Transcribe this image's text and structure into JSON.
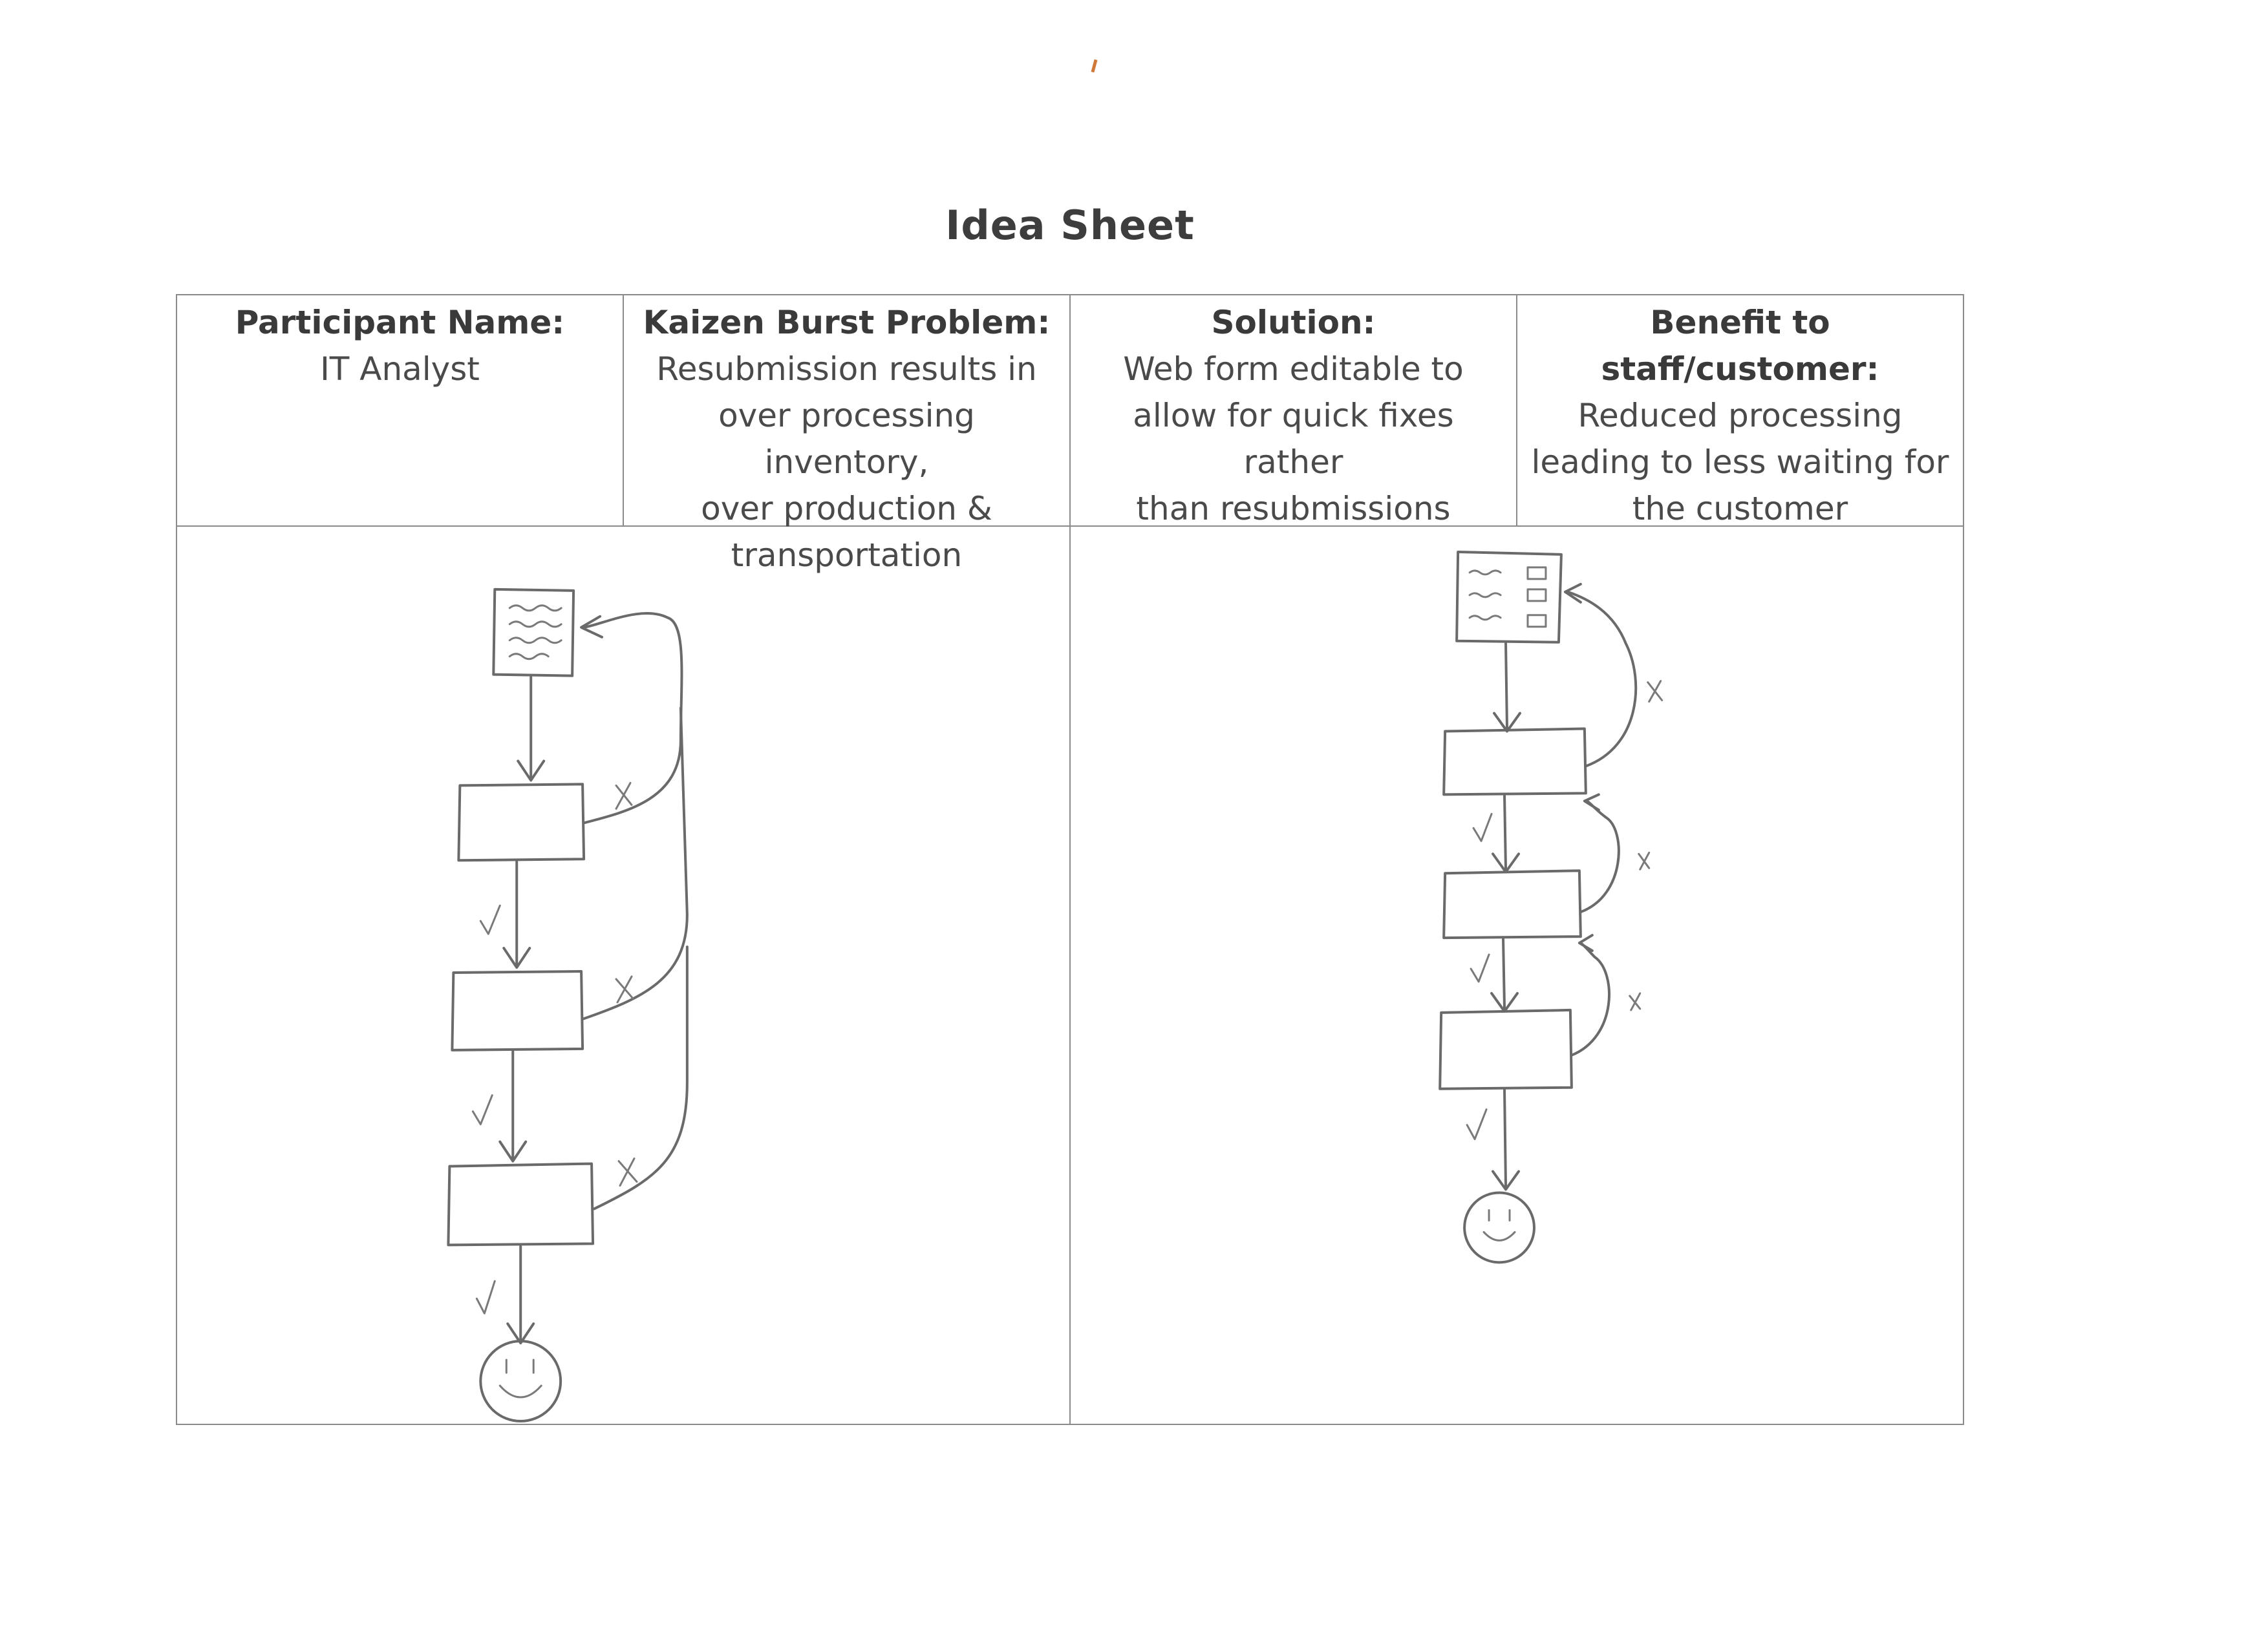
{
  "title": "Idea Sheet",
  "header": {
    "participant": {
      "label": "Participant Name:",
      "value": "IT Analyst"
    },
    "problem": {
      "label": "Kaizen Burst Problem:",
      "value": "Resubmission results in\nover processing inventory,\nover production &\ntransportation"
    },
    "solution": {
      "label": "Solution:",
      "value": "Web form editable to\nallow for quick fixes rather\nthan resubmissions"
    },
    "benefit": {
      "label": "Benefit to staff/customer:",
      "value": "Reduced processing\nleading to less waiting for\nthe customer"
    }
  },
  "diagrams": {
    "current": {
      "icons": [
        "paper-form-icon",
        "process-box",
        "process-box",
        "process-box",
        "smiley-face-icon"
      ],
      "pass_mark": "✓",
      "fail_mark": "✗"
    },
    "proposed": {
      "icons": [
        "web-form-icon",
        "process-box",
        "process-box",
        "process-box",
        "smiley-face-icon"
      ],
      "pass_mark": "✓",
      "fail_mark": "✗"
    }
  }
}
